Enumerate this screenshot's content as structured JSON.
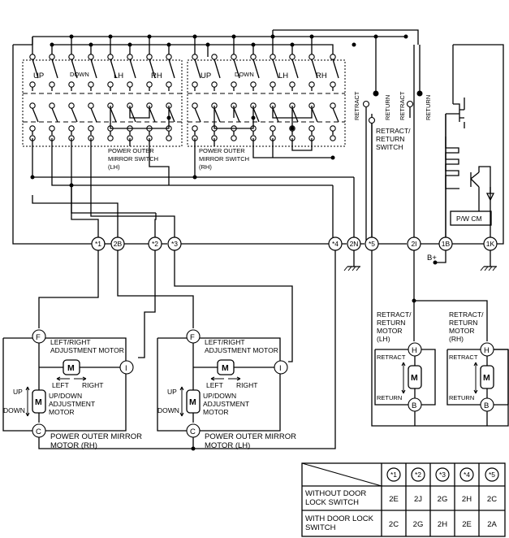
{
  "switches": {
    "lh": {
      "up": "UP",
      "down": "DOWN",
      "lh": "LH",
      "rh": "RH",
      "name_l1": "POWER OUTER",
      "name_l2": "MIRROR SWITCH",
      "name_l3": "(LH)"
    },
    "rh": {
      "up": "UP",
      "down": "DOWN",
      "lh": "LH",
      "rh": "RH",
      "name_l1": "POWER OUTER",
      "name_l2": "MIRROR SWITCH",
      "name_l3": "(RH)"
    }
  },
  "retract_switch": {
    "retract": "RETRACT",
    "return": "RETURN",
    "name_l1": "RETRACT/",
    "name_l2": "RETURN",
    "name_l3": "SWITCH"
  },
  "pwcm": {
    "label": "P/W CM"
  },
  "connectors": {
    "c1": "*1",
    "c2b": "2B",
    "c2": "*2",
    "c3": "*3",
    "c4": "*4",
    "c2n": "2N",
    "c5": "*5",
    "c2i": "2I",
    "c1b": "1B",
    "c1k": "1K"
  },
  "battery": {
    "label": "B+"
  },
  "motor_rh": {
    "f": "F",
    "i": "I",
    "c": "C",
    "m": "M",
    "lr_l1": "LEFT/RIGHT",
    "lr_l2": "ADJUSTMENT MOTOR",
    "left": "LEFT",
    "right": "RIGHT",
    "ud_l1": "UP/DOWN",
    "ud_l2": "ADJUSTMENT",
    "ud_l3": "MOTOR",
    "up": "UP",
    "down": "DOWN",
    "name_l1": "POWER OUTER MIRROR",
    "name_l2": "MOTOR (RH)"
  },
  "motor_lh": {
    "f": "F",
    "i": "I",
    "c": "C",
    "m": "M",
    "lr_l1": "LEFT/RIGHT",
    "lr_l2": "ADJUSTMENT MOTOR",
    "left": "LEFT",
    "right": "RIGHT",
    "ud_l1": "UP/DOWN",
    "ud_l2": "ADJUSTMENT",
    "ud_l3": "MOTOR",
    "up": "UP",
    "down": "DOWN",
    "name_l1": "POWER OUTER MIRROR",
    "name_l2": "MOTOR (LH)"
  },
  "retract_lh": {
    "name_l1": "RETRACT/",
    "name_l2": "RETURN",
    "name_l3": "MOTOR",
    "name_l4": "(LH)",
    "h": "H",
    "b": "B",
    "m": "M",
    "retract": "RETRACT",
    "return": "RETURN"
  },
  "retract_rh": {
    "name_l1": "RETRACT/",
    "name_l2": "RETURN",
    "name_l3": "MOTOR",
    "name_l4": "(RH)",
    "h": "H",
    "b": "B",
    "m": "M",
    "retract": "RETRACT",
    "return": "RETURN"
  },
  "table": {
    "headers": [
      "*1",
      "*2",
      "*3",
      "*4",
      "*5"
    ],
    "rows": [
      {
        "label_l1": "WITHOUT DOOR",
        "label_l2": "LOCK SWITCH",
        "values": [
          "2E",
          "2J",
          "2G",
          "2H",
          "2C"
        ]
      },
      {
        "label_l1": "WITH DOOR LOCK",
        "label_l2": "SWITCH",
        "values": [
          "2C",
          "2G",
          "2H",
          "2E",
          "2A"
        ]
      }
    ]
  }
}
